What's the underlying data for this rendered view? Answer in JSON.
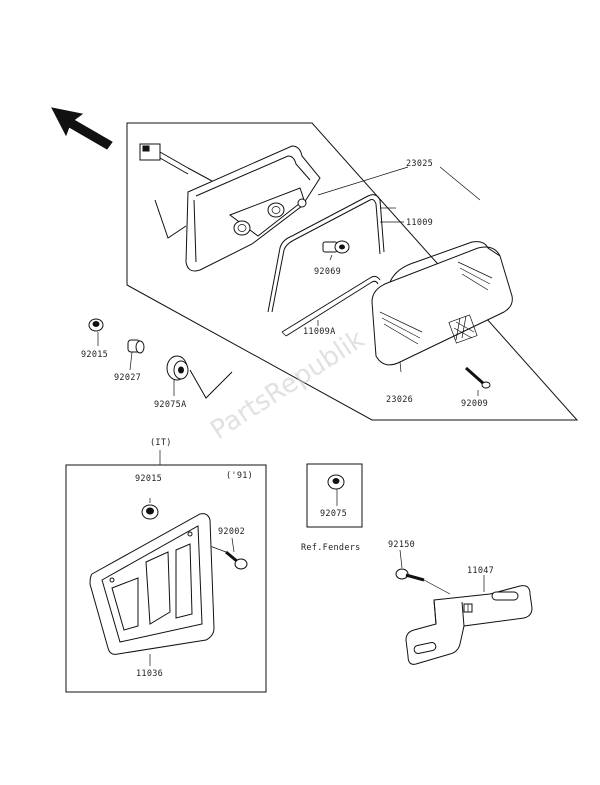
{
  "labels": {
    "p23025": "23025",
    "p11009": "11009",
    "p92069": "92069",
    "p11009A": "11009A",
    "p23026": "23026",
    "p92009": "92009",
    "p92015a": "92015",
    "p92027": "92027",
    "p92075A": "92075A",
    "variant_it": "(IT)",
    "variant_91": "('91)",
    "p92015b": "92015",
    "p92002": "92002",
    "p11036": "11036",
    "p92075": "92075",
    "ref_fenders": "Ref.Fenders",
    "p92150": "92150",
    "p11047": "11047"
  },
  "watermark": "PartsRepublik",
  "icons": [
    "direction-arrow-icon"
  ]
}
